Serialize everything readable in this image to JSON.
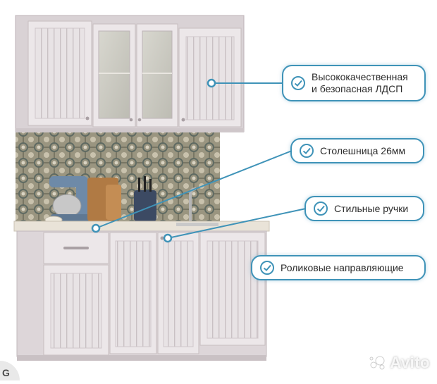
{
  "features": [
    {
      "label": "Высококачественная\nи безопасная ЛДСП",
      "icon": "check-circle-icon"
    },
    {
      "label": "Столешница 26мм",
      "icon": "check-circle-icon"
    },
    {
      "label": "Стильные ручки",
      "icon": "check-circle-icon"
    },
    {
      "label": "Роликовые направляющие",
      "icon": "check-circle-icon"
    }
  ],
  "watermark": {
    "text": "Avito"
  },
  "colors": {
    "accent": "#3f93b8",
    "cabinet": "#e6e1e3",
    "tile": "#8d8a76"
  }
}
